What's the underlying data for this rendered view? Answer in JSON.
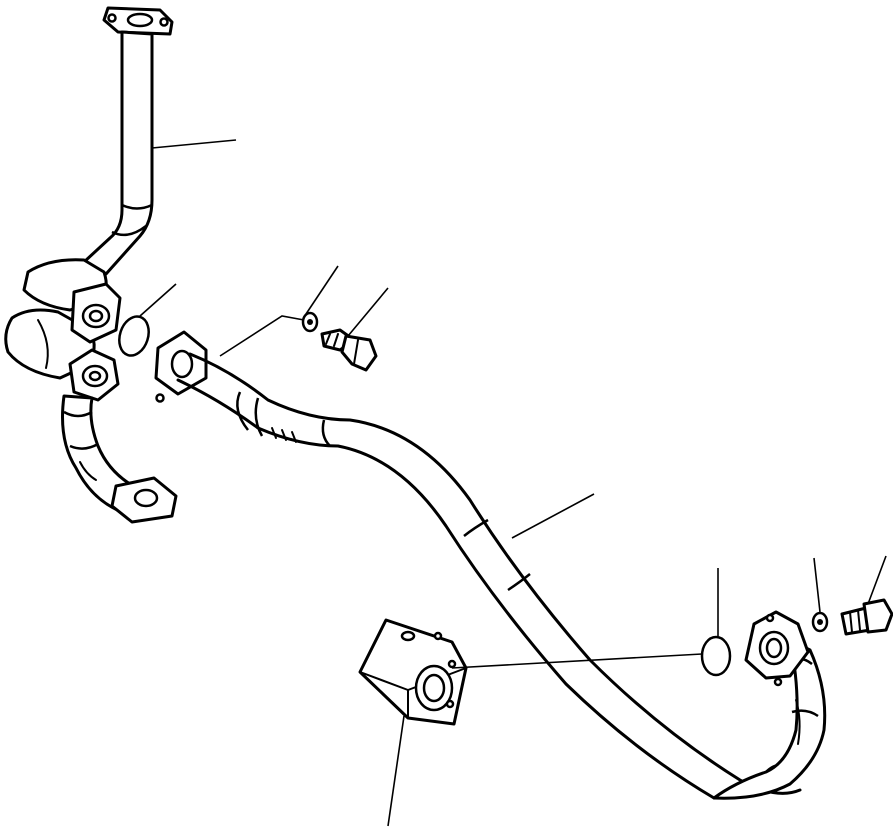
{
  "diagram": {
    "background": "#ffffff",
    "ink": "#000000",
    "parts": [
      "upper-pipe",
      "elbow-fitting",
      "lower-pipe",
      "o-ring-left",
      "washer-upper",
      "bolt-upper",
      "hose",
      "o-ring-right",
      "washer-right",
      "bolt-right",
      "flange-block"
    ]
  }
}
